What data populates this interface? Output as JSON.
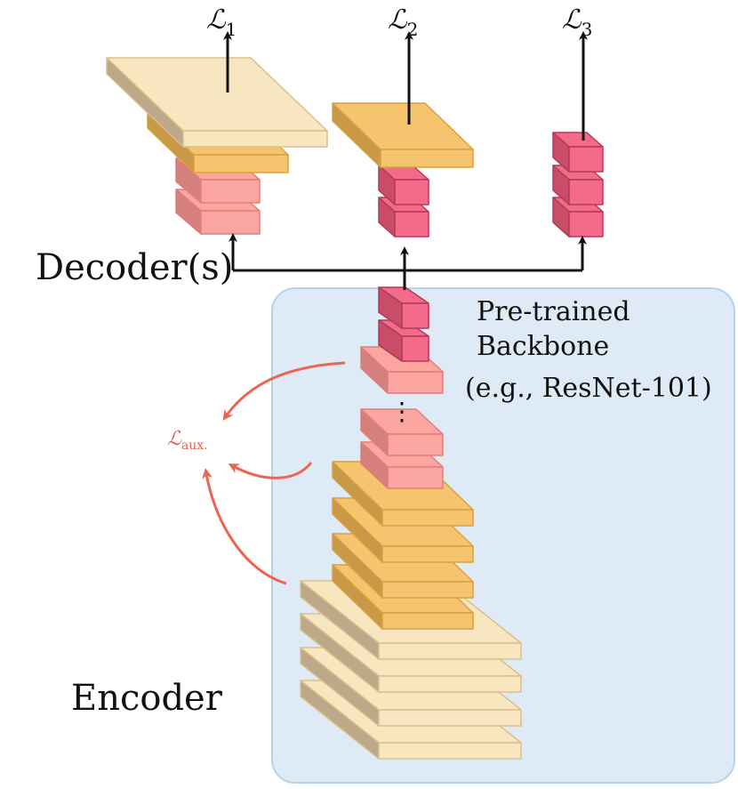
{
  "labels": {
    "decoder": "Decoder(s)",
    "encoder": "Encoder",
    "backbone_line1": "Pre-trained",
    "backbone_line2": "Backbone",
    "backbone_line3": "(e.g., ResNet-101)",
    "ellipsis": "⋮"
  },
  "losses": [
    {
      "symbol": "ℒ",
      "sub": "1"
    },
    {
      "symbol": "ℒ",
      "sub": "2"
    },
    {
      "symbol": "ℒ",
      "sub": "3"
    }
  ],
  "aux_loss": {
    "symbol": "ℒ",
    "sub": "aux."
  },
  "colors": {
    "backbone_fill": "#deebf7",
    "backbone_stroke": "#b5d3ee",
    "cream_front": "#f8e6c0",
    "cream_top": "#f8e6c0",
    "cream_side": "#bda98a",
    "orange_front": "#f6c46f",
    "orange_side": "#c89a47",
    "salmon_front": "#fca6a2",
    "salmon_side": "#d5807d",
    "pink_front": "#f36a8a",
    "pink_side": "#c94c69",
    "aux_arrow": "#ee6450"
  }
}
